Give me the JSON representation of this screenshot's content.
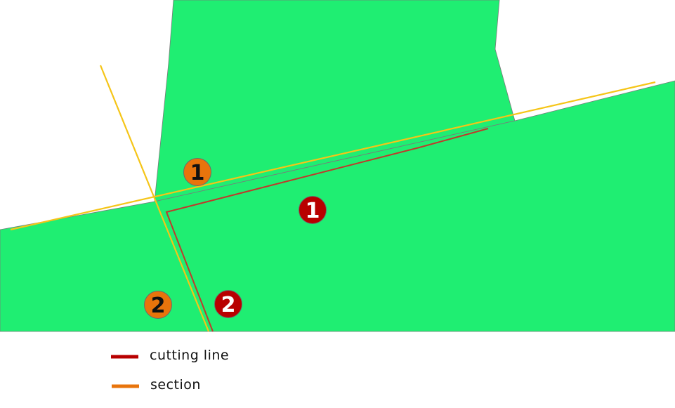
{
  "colors": {
    "polygon_fill": "#1fee72",
    "polygon_stroke": "#7a7a7a",
    "section": "#f5c518",
    "cutting_line": "#c0392b",
    "marker_section": "#e8740c",
    "marker_cutting": "#b80000",
    "marker_text_section": "#111111",
    "marker_text_cutting": "#ffffff",
    "legend_cutting": "#b80000",
    "legend_section": "#e8740c"
  },
  "markers": {
    "section_1": "1",
    "section_2": "2",
    "cutting_1": "1",
    "cutting_2": "2"
  },
  "legend": {
    "cutting_line_label": "cutting line",
    "section_label": "section"
  }
}
